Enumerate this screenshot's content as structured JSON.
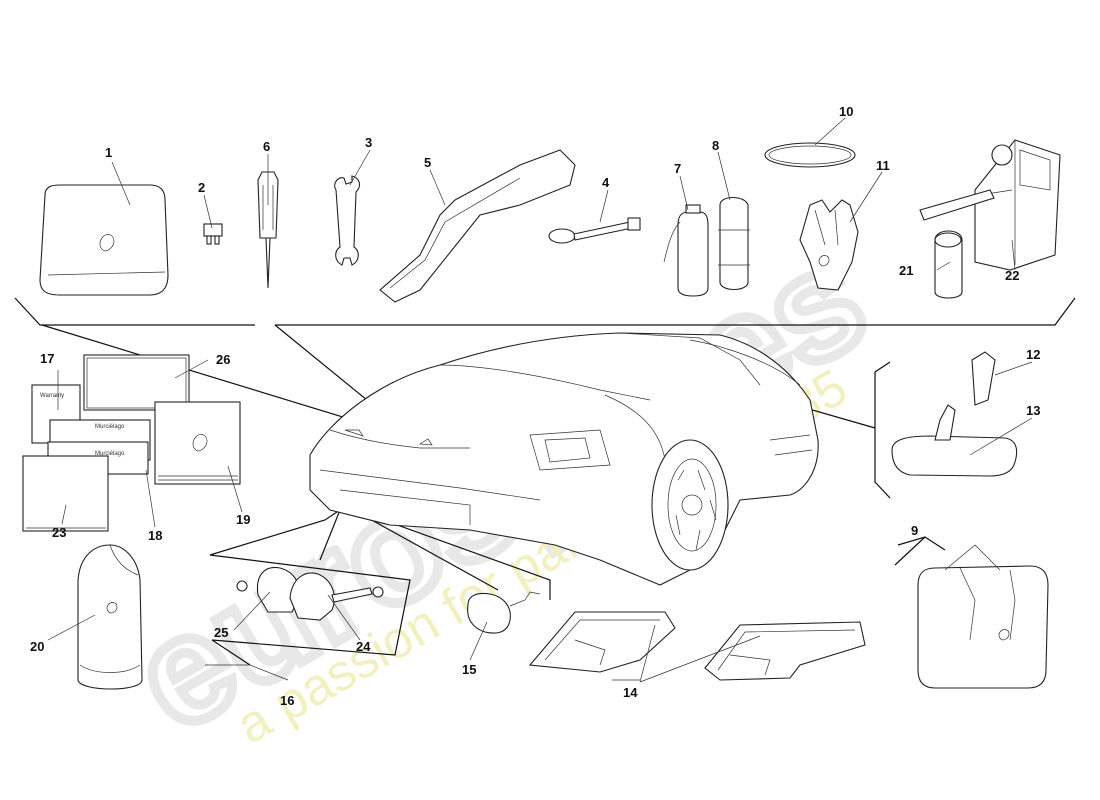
{
  "watermark": {
    "brand": "eurospares",
    "tagline": "a passion for parts since 1985"
  },
  "callouts": [
    "1",
    "2",
    "3",
    "4",
    "5",
    "6",
    "7",
    "8",
    "9",
    "10",
    "11",
    "12",
    "13",
    "14",
    "15",
    "16",
    "17",
    "18",
    "19",
    "20",
    "21",
    "22",
    "23",
    "24",
    "25",
    "26"
  ],
  "book_texts": {
    "warranty": "Warranty",
    "model_1": "Murciélago",
    "model_2": "Murciélago"
  },
  "colors": {
    "lines": "#111111",
    "watermark_gray": "#e6e6e6",
    "watermark_yellow": "#f3f0b8"
  }
}
